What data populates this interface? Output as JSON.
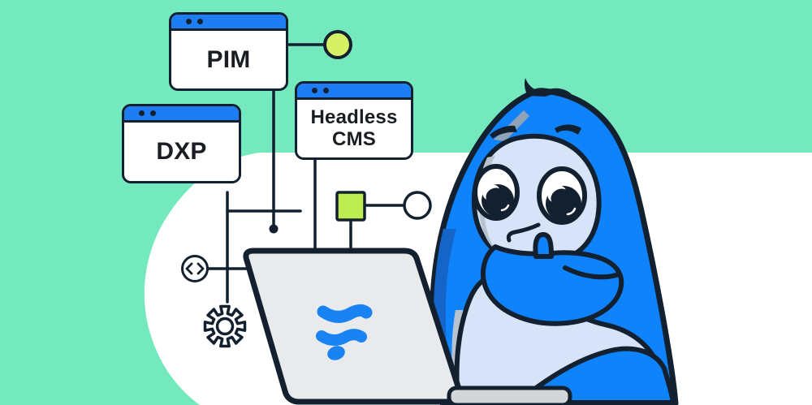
{
  "windows": [
    {
      "id": "pim",
      "label": "PIM"
    },
    {
      "id": "dxp",
      "label": "DXP"
    },
    {
      "id": "headless_cms",
      "label": "Headless CMS"
    }
  ],
  "icons": {
    "code": "code-brackets-icon",
    "gear": "gear-icon",
    "logo": "wave-funnel-logo-icon",
    "window_dots": "titlebar-dots"
  },
  "colors": {
    "bg-green": "#75E9BE",
    "blob-white": "#FFFFFF",
    "outline-navy": "#13202F",
    "titlebar-blue": "#1E7DF2",
    "node-yellow": "#D7F165",
    "node-lime": "#BCEC52",
    "mascot-blue": "#0F83FB",
    "mascot-blue-dark": "#1565C9",
    "mascot-light": "#D6E3F8",
    "mascot-gray": "#B7C2CE",
    "mascot-gray-dark": "#8FA2B8",
    "laptop-gray": "#E9EAEB",
    "laptop-base-gray": "#D3D5D6",
    "logo-blue": "#1A83F3",
    "label-dark": "#1A1D21"
  }
}
